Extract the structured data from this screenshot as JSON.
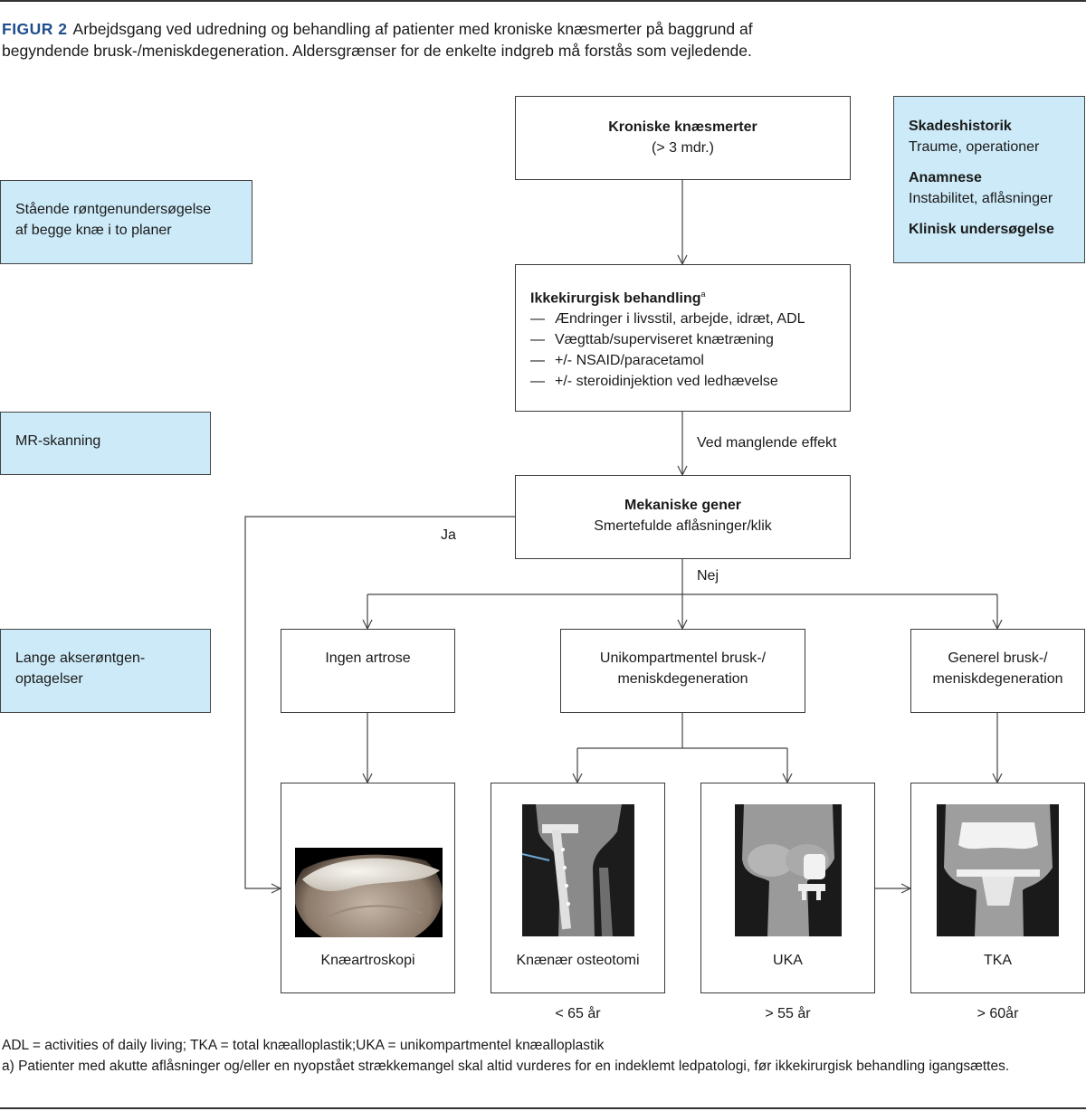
{
  "caption": {
    "label": "FIGUR 2",
    "text": "Arbejdsgang ved udredning og behandling af patienter med kroniske knæsmerter på baggrund af begyndende brusk-/meniskdegeneration. Aldersgrænser for de enkelte indgreb må forstås som vejledende."
  },
  "start_box": {
    "title": "Kroniske knæsmerter",
    "subtitle": "(> 3 mdr.)"
  },
  "history_box": {
    "items": [
      {
        "heading": "Skadeshistorik",
        "text": "Traume, operationer"
      },
      {
        "heading": "Anamnese",
        "text": "Instabilitet, aflåsninger"
      },
      {
        "heading": "Klinisk undersøgelse",
        "text": ""
      }
    ]
  },
  "side_boxes": {
    "xray": "Stående røntgenundersøgelse af begge knæ i to planer",
    "mri": "MR-skanning",
    "long_axis": "Lange akserøntgen-optagelser"
  },
  "nonsurgical_box": {
    "title": "Ikkekirurgisk behandling",
    "superscript": "a",
    "items": [
      "Ændringer i livsstil, arbejde, idræt, ADL",
      "Vægttab/superviseret knætræning",
      "+/- NSAID/paracetamol",
      "+/- steroidinjektion ved ledhævelse"
    ]
  },
  "edge_labels": {
    "no_effect": "Ved manglende effekt",
    "yes": "Ja",
    "no": "Nej"
  },
  "mechanical_box": {
    "title": "Mekaniske gener",
    "subtitle": "Smertefulde aflåsninger/klik"
  },
  "category_boxes": {
    "none": "Ingen artrose",
    "unicompartmental": "Unikompartmentel brusk-/ meniskdegeneration",
    "general": "Generel brusk-/ meniskdegeneration"
  },
  "treatments": [
    {
      "name": "Knæartroskopi",
      "age": ""
    },
    {
      "name": "Knænær osteotomi",
      "age": "< 65 år"
    },
    {
      "name": "UKA",
      "age": "> 55 år"
    },
    {
      "name": "TKA",
      "age": "> 60år"
    }
  ],
  "footnotes": {
    "abbreviations": "ADL = activities of daily living; TKA = total knæalloplastik;UKA = unikompartmentel knæalloplastik",
    "note_a": "a) Patienter med akutte aflåsninger og/eller en nyopstået strækkemangel skal altid vurderes for en indeklemt ledpatologi, før ikkekirurgisk behandling igangsættes."
  },
  "colors": {
    "caption_label": "#1f4e8c",
    "side_box_fill": "#cdeaf8",
    "line": "#444444"
  }
}
